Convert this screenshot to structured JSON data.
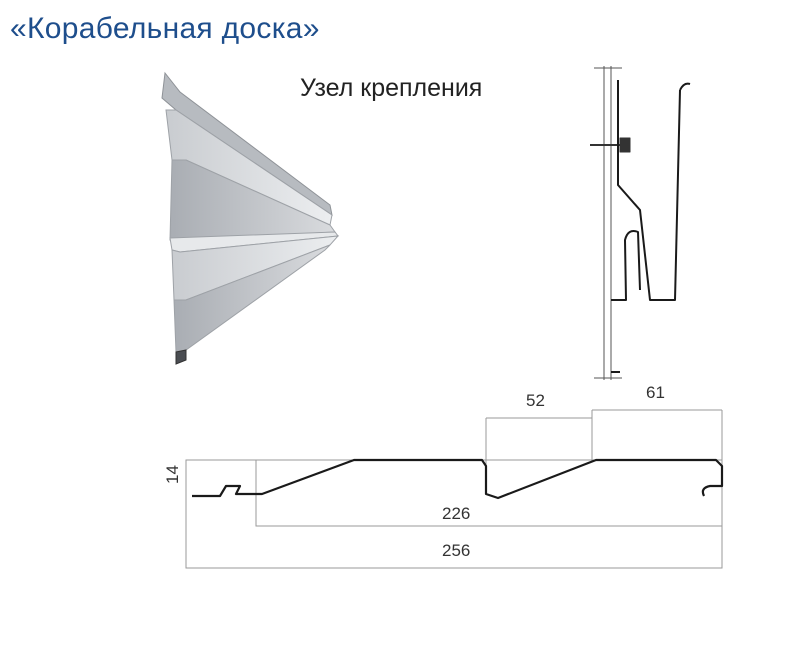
{
  "title": "«Корабельная доска»",
  "subtitle": "Узел крепления",
  "dimensions": {
    "height": "14",
    "step_left": "52",
    "step_right": "61",
    "working_width": "226",
    "total_width": "256"
  },
  "colors": {
    "title": "#1e4e8c",
    "profile_stroke": "#1a1a1a",
    "dimension_line": "#9a9a9a",
    "panel_light": "#d8dadd",
    "panel_dark": "#a9adb3"
  }
}
